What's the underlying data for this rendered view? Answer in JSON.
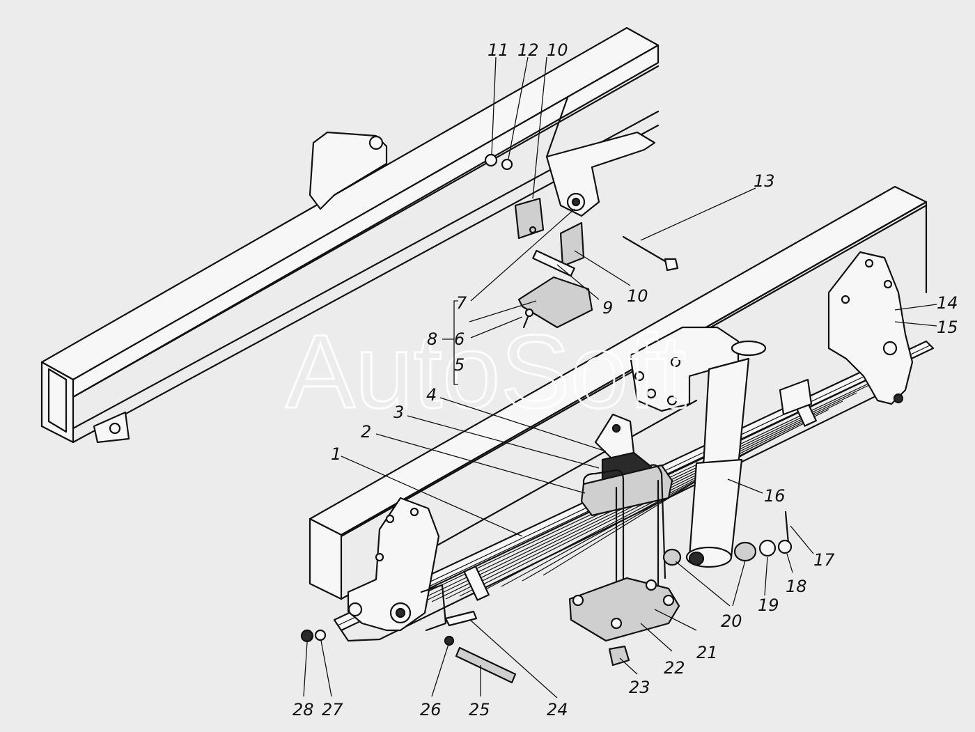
{
  "watermark": "AutoSoft",
  "callouts": {
    "c1": "1",
    "c2": "2",
    "c3": "3",
    "c4": "4",
    "c5": "5",
    "c6": "6",
    "c7": "7",
    "c8": "8",
    "c9": "9",
    "c10a": "10",
    "c10b": "10",
    "c11": "11",
    "c12": "12",
    "c13": "13",
    "c14": "14",
    "c15": "15",
    "c16": "16",
    "c17": "17",
    "c18": "18",
    "c19": "19",
    "c20": "20",
    "c21": "21",
    "c22": "22",
    "c23": "23",
    "c24": "24",
    "c25": "25",
    "c26": "26",
    "c27": "27",
    "c28": "28"
  }
}
